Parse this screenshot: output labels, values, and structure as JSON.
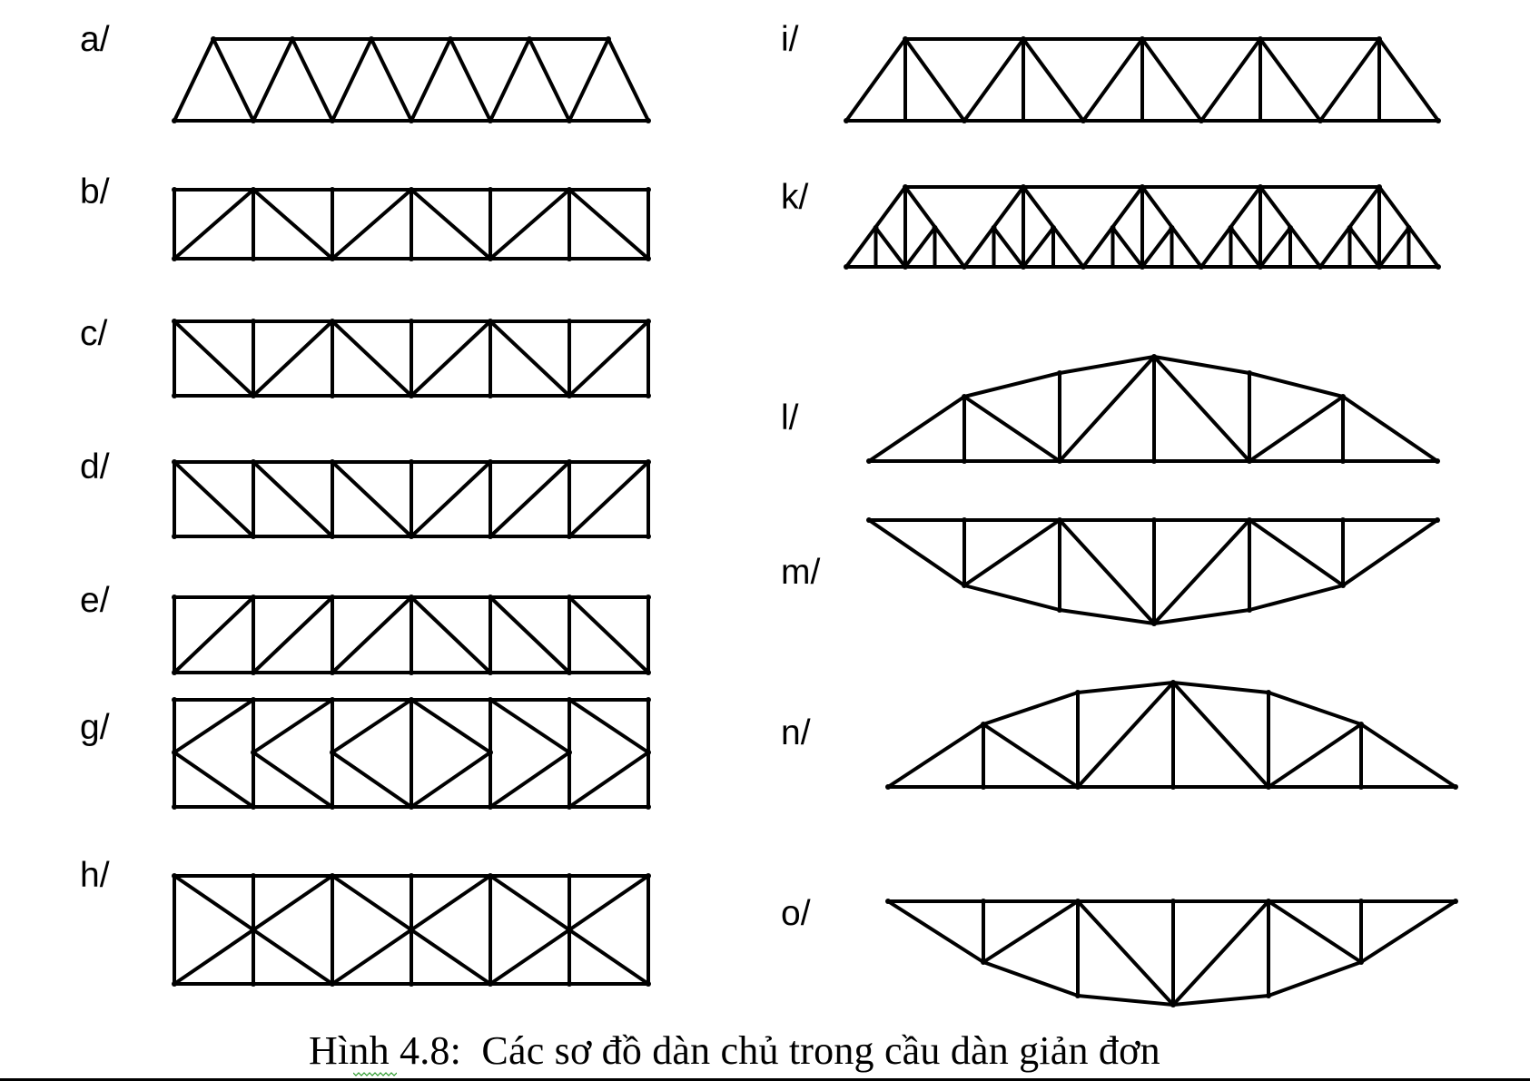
{
  "figure": {
    "caption": "Hình 4.8:  Các sơ đồ dàn chủ trong cầu dàn giản đơn",
    "spellcheck_underline_color": "#2e9b2e",
    "line_color": "#000000"
  },
  "trusses": [
    {
      "id": "a",
      "label": "a/",
      "type": "warren",
      "panels": 6,
      "description_chords": "trapezoid"
    },
    {
      "id": "b",
      "label": "b/",
      "type": "pratt-howe-alternating",
      "panels": 6,
      "diagonals": [
        "/",
        "\\",
        "/",
        "\\",
        "/",
        "\\"
      ]
    },
    {
      "id": "c",
      "label": "c/",
      "type": "rect-alternating",
      "panels": 6,
      "diagonals": [
        "\\",
        "/",
        "\\",
        "/",
        "\\",
        "/"
      ]
    },
    {
      "id": "d",
      "label": "d/",
      "type": "rect-pratt",
      "panels": 6,
      "diagonals": [
        "\\",
        "\\",
        "\\",
        "/",
        "/",
        "/"
      ]
    },
    {
      "id": "e",
      "label": "e/",
      "type": "rect-howe",
      "panels": 6,
      "diagonals": [
        "/",
        "/",
        "/",
        "\\",
        "\\",
        "\\"
      ]
    },
    {
      "id": "g",
      "label": "g/",
      "type": "k-truss",
      "panels": 6,
      "k_directions": [
        "<",
        "<",
        "<",
        ">",
        ">",
        ">"
      ]
    },
    {
      "id": "h",
      "label": "h/",
      "type": "double-panel-x",
      "panels": 6
    },
    {
      "id": "i",
      "label": "i/",
      "type": "warren-verticals",
      "panels": 5
    },
    {
      "id": "k",
      "label": "k/",
      "type": "subdivided-warren",
      "panels": 5
    },
    {
      "id": "l",
      "label": "l/",
      "type": "polygonal-top",
      "panels": 6
    },
    {
      "id": "m",
      "label": "m/",
      "type": "polygonal-bottom",
      "panels": 6
    },
    {
      "id": "n",
      "label": "n/",
      "type": "polygonal-top",
      "panels": 6
    },
    {
      "id": "o",
      "label": "o/",
      "type": "polygonal-bottom",
      "panels": 6
    }
  ]
}
